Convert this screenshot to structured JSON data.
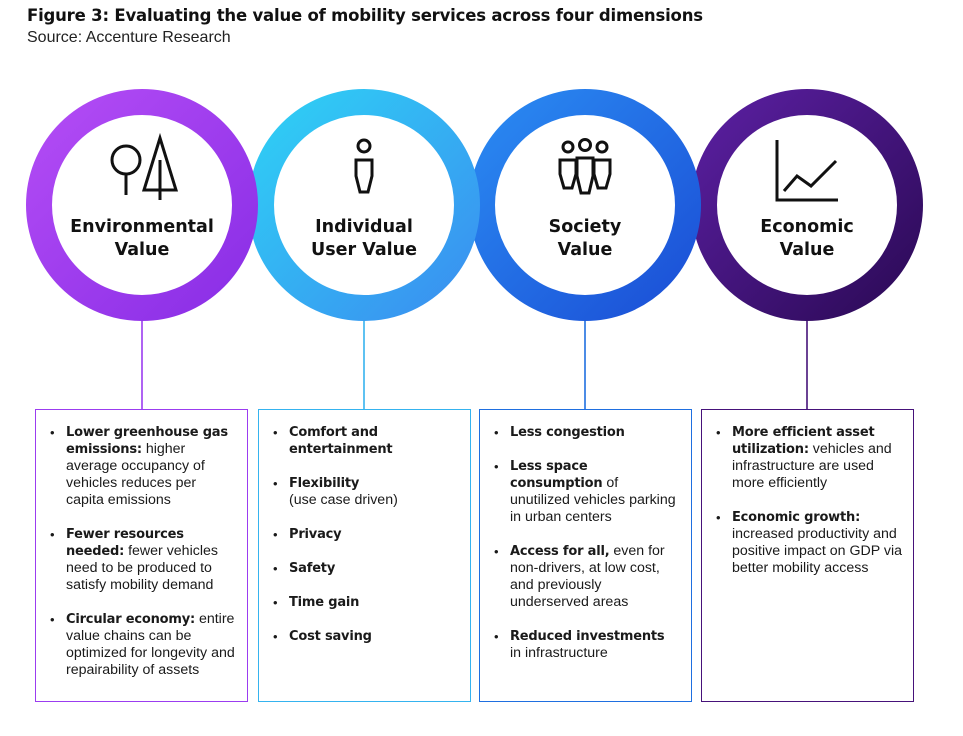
{
  "figure": {
    "title": "Figure 3: Evaluating the value of mobility services across four dimensions",
    "source": "Source: Accenture Research"
  },
  "colors": {
    "environmental": "#9b3cf0",
    "individual": "#35b3ef",
    "society": "#1f6fe0",
    "economic": "#46127a"
  },
  "dimensions": [
    {
      "icon": "tree-icon",
      "label_line1": "Environmental",
      "label_line2": "Value",
      "items": [
        {
          "bold": "Lower greenhouse gas emissions:",
          "text": " higher average occupancy of vehicles reduces per capita emissions"
        },
        {
          "bold": "Fewer resources needed:",
          "text": " fewer vehicles need to be produced to satisfy mobility demand"
        },
        {
          "bold": "Circular economy:",
          "text": " entire value chains can be optimized for longevity and repairability of assets"
        }
      ]
    },
    {
      "icon": "person-icon",
      "label_line1": "Individual",
      "label_line2": "User Value",
      "items": [
        {
          "bold": "Comfort and entertainment",
          "text": ""
        },
        {
          "bold": "Flexibility",
          "text": " (use case driven)"
        },
        {
          "bold": "Privacy",
          "text": ""
        },
        {
          "bold": "Safety",
          "text": ""
        },
        {
          "bold": "Time gain",
          "text": ""
        },
        {
          "bold": "Cost saving",
          "text": ""
        }
      ]
    },
    {
      "icon": "group-icon",
      "label_line1": "Society",
      "label_line2": "Value",
      "items": [
        {
          "bold": "Less congestion",
          "text": ""
        },
        {
          "bold": "Less space consumption",
          "text": " of unutilized vehicles parking in urban centers"
        },
        {
          "bold": "Access for all,",
          "text": " even for non-drivers, at low cost, and previously underserved areas"
        },
        {
          "bold": "Reduced investments",
          "text": " in infrastructure"
        }
      ]
    },
    {
      "icon": "line-chart-icon",
      "label_line1": "Economic",
      "label_line2": "Value",
      "items": [
        {
          "bold": "More efficient asset utilization:",
          "text": " vehicles and infrastructure are used more efficiently"
        },
        {
          "bold": "Economic growth:",
          "text": " increased productivity and positive impact on GDP via better mobility access"
        }
      ]
    }
  ]
}
